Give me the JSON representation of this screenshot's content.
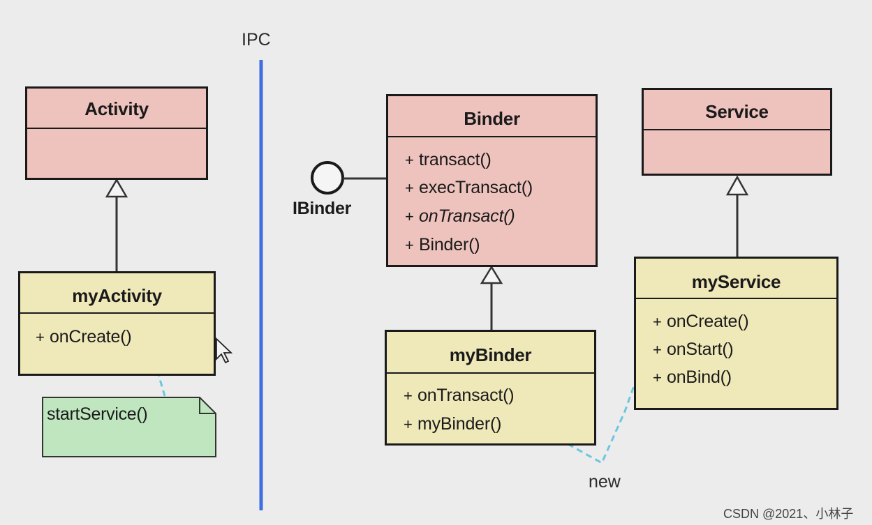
{
  "ipc_label": "IPC",
  "interface_label": "IBinder",
  "new_label": "new",
  "watermark": "CSDN @2021、小林子",
  "classes": {
    "activity": {
      "name": "Activity",
      "methods": []
    },
    "my_activity": {
      "name": "myActivity",
      "methods": [
        "onCreate()"
      ]
    },
    "binder": {
      "name": "Binder",
      "methods": [
        "transact()",
        "execTransact()",
        "onTransact()",
        "Binder()"
      ]
    },
    "my_binder": {
      "name": "myBinder",
      "methods": [
        "onTransact()",
        "myBinder()"
      ]
    },
    "service": {
      "name": "Service",
      "methods": []
    },
    "my_service": {
      "name": "myService",
      "methods": [
        "onCreate()",
        "onStart()",
        "onBind()"
      ]
    }
  },
  "method_prefix": "+",
  "note": {
    "text": "startService()"
  },
  "colors": {
    "base_class_fill": "#eec3bd",
    "sub_class_fill": "#efe8b9",
    "note_fill": "#bfe6bf",
    "ipc_line": "#3d6fe0",
    "dependency_line": "#6ec6de",
    "background": "#ececec"
  }
}
